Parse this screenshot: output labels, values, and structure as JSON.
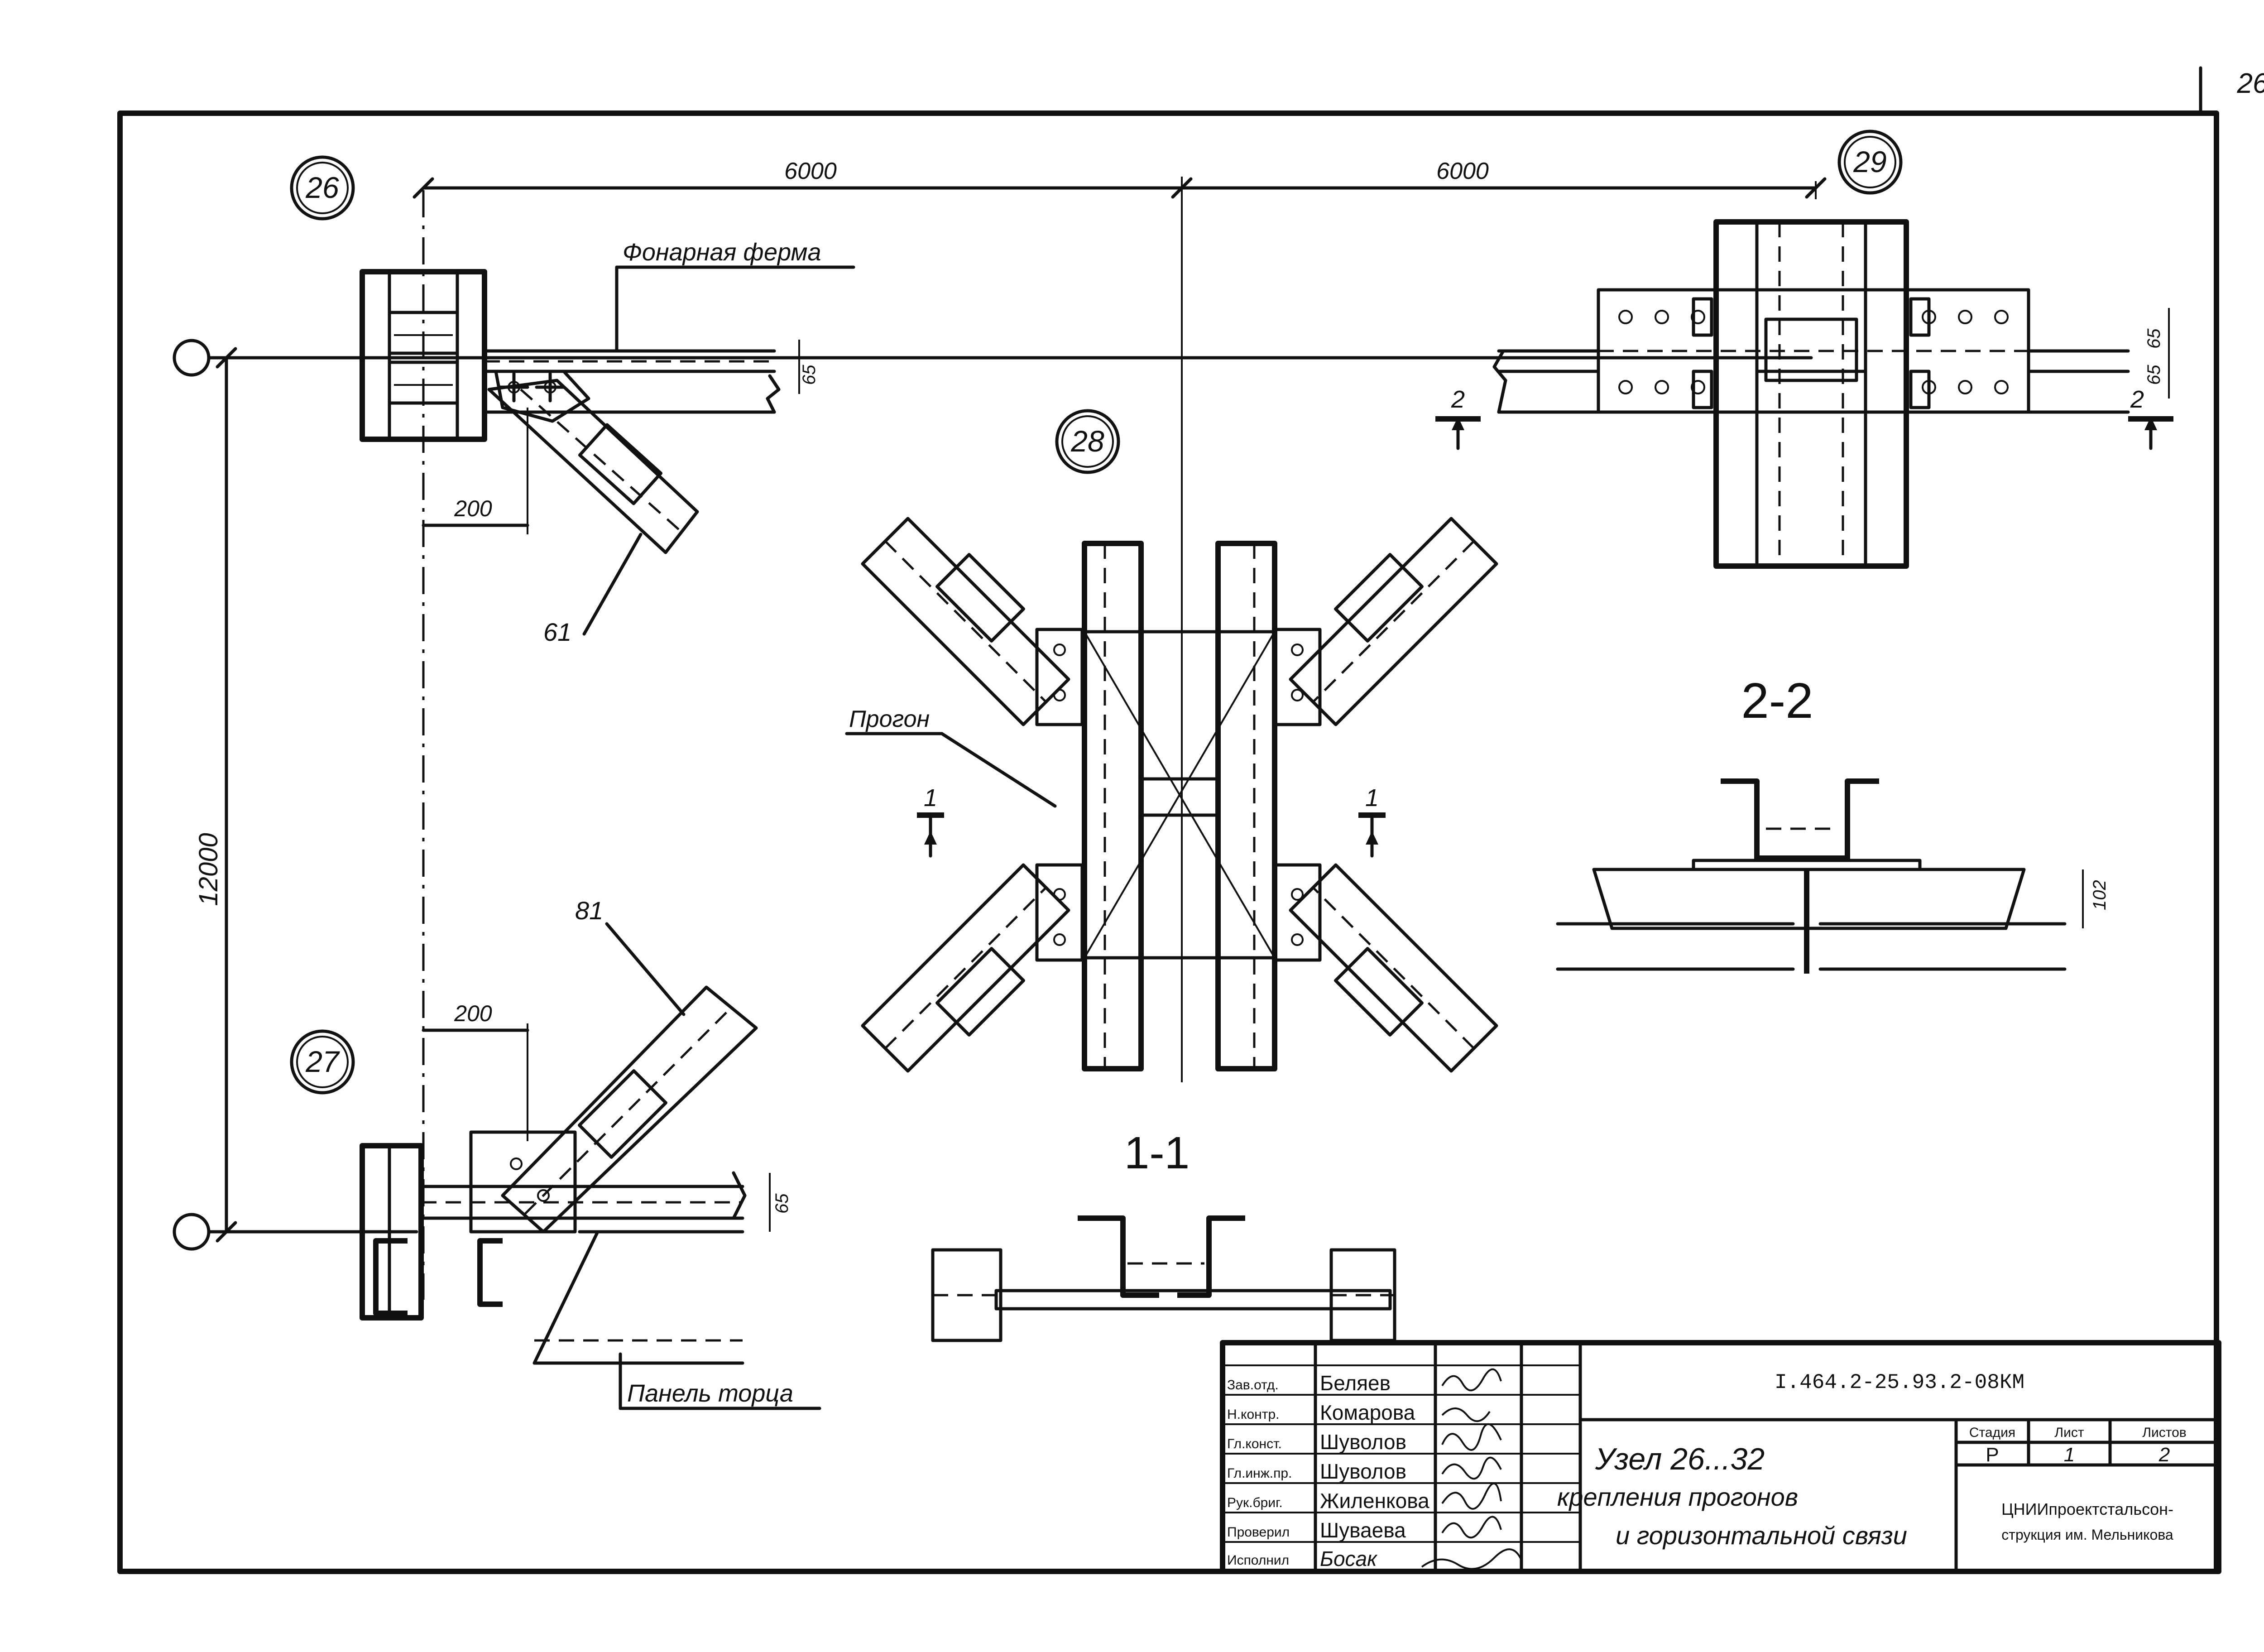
{
  "sheet_number": "26",
  "nodes": {
    "n26": "26",
    "n27": "27",
    "n28": "28",
    "n29": "29"
  },
  "dimensions": {
    "span_left": "6000",
    "span_right": "6000",
    "vertical": "12000",
    "offset_top": "200",
    "offset_bottom": "200",
    "h65_a": "65",
    "h65_b": "65",
    "h65_c": "65",
    "h65_d": "65",
    "h102": "102"
  },
  "labels": {
    "fonarnaya_ferma": "Фонарная ферма",
    "progon": "Прогон",
    "panel_torca": "Панель торца",
    "mark_top": "61",
    "mark_bottom": "81"
  },
  "sections": {
    "s22_title": "2-2",
    "s11_title": "1-1",
    "cut1_left": "1",
    "cut1_right": "1",
    "cut2_left": "2",
    "cut2_right": "2"
  },
  "title_block": {
    "doc_code": "I.464.2-25.93.2-08КМ",
    "roles": [
      "Зав.отд.",
      "Н.контр.",
      "Гл.конст.",
      "Гл.инж.пр.",
      "Рук.бриг.",
      "Проверил",
      "Исполнил"
    ],
    "names": [
      "Беляев",
      "Комарова",
      "Шуволов",
      "Шуволов",
      "Жиленкова",
      "Шуваева",
      "Босак"
    ],
    "title_line1": "Узел 26...32",
    "title_line2": "крепления прогонов",
    "title_line3": "и горизонтальной связи",
    "stage_hdr": "Стадия",
    "sheet_hdr": "Лист",
    "sheets_hdr": "Листов",
    "stage": "Р",
    "sheet": "1",
    "sheets": "2",
    "org_line1": "ЦНИИпроектстальcон-",
    "org_line2": "струкция им. Мельникова"
  }
}
